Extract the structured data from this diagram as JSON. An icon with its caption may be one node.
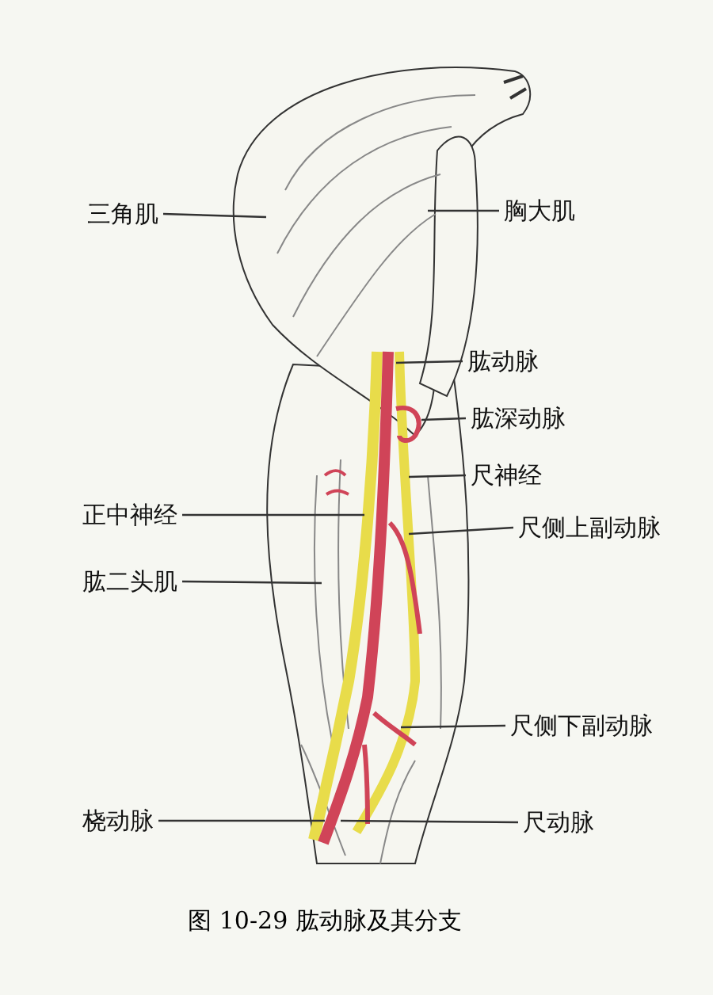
{
  "diagram": {
    "caption": "图 10-29 肱动脉及其分支",
    "nodes": [
      {
        "text": [
          "三角肌"
        ]
      },
      {
        "text": [
          "胸大肌"
        ]
      },
      {
        "text": [
          "肱动脉"
        ]
      },
      {
        "text": [
          "肱深动脉"
        ]
      },
      {
        "text": [
          "尺神经"
        ]
      },
      {
        "text": [
          "正中神经"
        ]
      },
      {
        "text": [
          "尺侧上副动脉"
        ]
      },
      {
        "text": [
          "肱二头肌"
        ]
      },
      {
        "text": [
          "尺侧下副动脉"
        ]
      },
      {
        "text": [
          "桡动脉"
        ]
      },
      {
        "text": [
          "尺动脉"
        ]
      }
    ],
    "edges": [
      {
        "from": 0,
        "to": null,
        "arrow": "none"
      },
      {
        "from": 1,
        "to": null,
        "arrow": "none"
      },
      {
        "from": 2,
        "to": null,
        "arrow": "none"
      },
      {
        "from": 3,
        "to": null,
        "arrow": "none"
      },
      {
        "from": 4,
        "to": null,
        "arrow": "none"
      },
      {
        "from": 5,
        "to": null,
        "arrow": "none"
      },
      {
        "from": 6,
        "to": null,
        "arrow": "none"
      },
      {
        "from": 7,
        "to": null,
        "arrow": "none"
      },
      {
        "from": 8,
        "to": null,
        "arrow": "none"
      },
      {
        "from": 9,
        "to": null,
        "arrow": "none"
      },
      {
        "from": 10,
        "to": null,
        "arrow": "none"
      }
    ]
  }
}
